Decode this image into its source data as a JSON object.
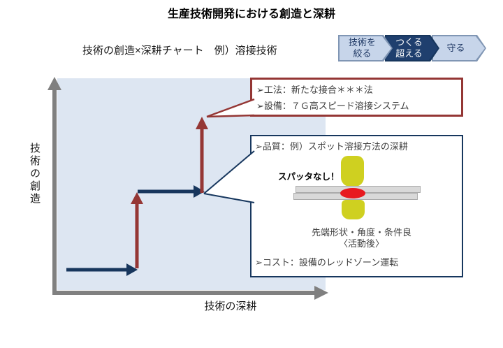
{
  "title": "生産技術開発における創造と深耕",
  "subtitle": "技術の創造×深耕チャート　例）溶接技術",
  "process_flow": {
    "steps": [
      {
        "line1": "技術を",
        "line2": "絞る",
        "variant": "light"
      },
      {
        "line1": "つくる",
        "line2": "超える",
        "variant": "dark"
      },
      {
        "line1": "守る",
        "variant": "light"
      }
    ]
  },
  "chart": {
    "y_axis_label": "技術の創造",
    "x_axis_label": "技術の深耕"
  },
  "callout_red": {
    "items": [
      "➢工法：新たな接合＊＊＊法",
      "➢設備：７Ｇ高スピード溶接システム"
    ]
  },
  "callout_blue": {
    "quality_line": "➢品質：例）スポット溶接方法の深耕",
    "spatter_label": "スパッタなし！",
    "caption_line1": "先端形状・角度・条件良",
    "caption_line2": "〈活動後〉",
    "cost_line": "➢コスト：設備のレッドゾーン運転"
  },
  "colors": {
    "chart_area": "#dde6f2",
    "axis_gray": "#808080",
    "navy_arrow": "#17365d",
    "red_arrow": "#953735",
    "red_box_border": "#943634",
    "blue_box_border": "#17375e",
    "chevron_light": "#c7d5ea",
    "chevron_dark": "#1f3f6e",
    "electrode_yellow": "#cfd020",
    "plate_gray": "#d9d9d9",
    "nugget_red": "#e8191f"
  }
}
